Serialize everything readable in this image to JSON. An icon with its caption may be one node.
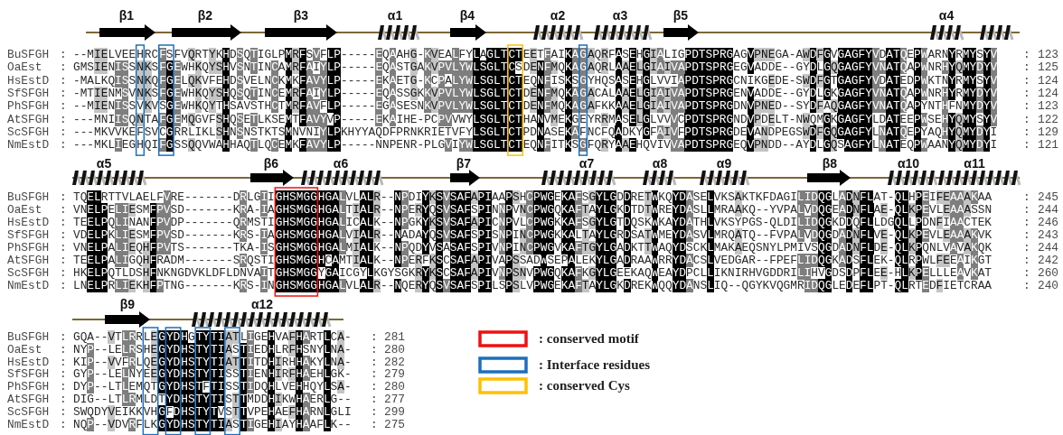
{
  "diagram": {
    "labels": [
      "β1",
      "β2",
      "β3",
      "α1",
      "β4",
      "α2",
      "α3",
      "β5",
      "α4",
      "BuSFGH",
      ":",
      "--MIELVEEHRCFSFVQRTYKHDSQTIGLPMRFSVFLP-----EQAAHG-KVEALFYLAGLTCTEETFAIKAGAQRFASEHGIALIGPDTSPRGAGVPNEGA-AWDFGVGAGFYVDATQEPWARNYRMYSYV",
      ":",
      "123",
      "OaEst",
      ":",
      "GMSIENISSNKSFGEWHKQYSHVSNTINCAMRFAIYLP-----EQASTGAKVPVLYWLSGLTCSDENFMQKAGAQRLAAELGIAIVAPDTSPRGEGVADDE--GYDLGQGAGFYVNATQAPWNRHYQMYDYV",
      ":",
      "125",
      "HsEstD",
      ":",
      "-MALKQISSNKQFGELQKVFEHDSVELNCKMKFAVYLP-----EKAETG-KCPALYWLSGLTCTEQNFISKSGYHQSASEHGLVVIAPDTSPRGCNIKGEDE-SWDFGTGAGFYVDATEDPWKTNYRMYSYV",
      ":",
      "124",
      "SfSFGH",
      ":",
      "-MTIENMSVNKSFGEWHKQYSHQSQTINCEMRFAIYLP-----EQASSGKKVPVLYWLSGLTCTDENFMQKAGACALAAELGIAIVAPDTSPRGENVADDE--GYDLGKGAGFYVNATQAPWNRHYRMYDYV",
      ":",
      "124",
      "PhSFGH",
      ":",
      "--MIENISSVKVSGEWHKQYTHSAVSTHCTMRFAVFLP-----EGASESNKVPVLYWLSGLTCTDENFMQKAGAFKKAAELGIAIVAPDTSPRGDNVPNED--SYDFAQGAGFYVNATQAPYNTHFNMYDYV",
      ":",
      "123",
      "AtSFGH",
      ":",
      "---MNIISQNTAFGEMQGVFSHQSETLKSEMTFAVYVP-----EKAIHE-PCPVVWYLSGLTCTHANVMEKGEYRRMASELGLVVVCPDTSPRGNDVPDELT-NWQMGKGAGFYLDATEEPWSEHYQMYSYV",
      ":",
      "122",
      "ScSFGH",
      ":",
      "---MKVVKEFSVCGRRLIKLSHNSNSTKTSMNVNIYLPKHYYAQDFPRNKRIETVFYLSGLTCTPDNASEKAFNCFQADKYGFAIVFPDTSPRGDEVANDPEGSWDFGQGAGFYLNATQEPYAQHYQMYDYI",
      ":",
      "129",
      "NmEstD",
      ":",
      "---MKLIEGHQIFGSSQQVWAHHAQTLQCEMKFAVYLP-----NNPENR-PLGVIYWLSGLTCTEQNFITKSGFQRYAAEHQVIVVAPDTSPRGEQVPNDD--AYDLGQSAGFYLNATEQPWAANYQMYDYI",
      ":",
      "121",
      "α5",
      "β6",
      "α6",
      "β7",
      "α7",
      "α8",
      "α9",
      "β8",
      "α10",
      "α11",
      "BuSFGH",
      ":",
      "TQELRTTVLAELFVRE-------DRLGIIGHSMGGHGALVLALR--NPDIYKSVSAFAPIAAPSHCPWGEKAFSGYLGDDRETWKQYDASELVKSAKTKFDAGILIDQGLADNFLAT-QLHPEIFEAAAKAA",
      ":",
      "245",
      "OaEst",
      ":",
      "VNELPELIESMFPVSD-------KRA-IAGHSMGGHGALTIALR--NPERYQSVSAFSPINNPVNCPWGQKAFTAYLGKDTDTWREYDASLLMRAAKQ--YVPALVDQGEADNFLAE-QLKPEVLEAAASSN",
      ":",
      "244",
      "HsEstD",
      ":",
      "TEELPQLINANFPVDP-------QRMSTIGHSMGGHGALICALK--NPGKYKSVSAFAPICNPVLCPWGKKAFSGYLGTDQSKWKAYDATHLVKSYPGS-QLDILIDQGKDDQFLLDGQLLPDNFIAACTEK",
      ":",
      "246",
      "SfSFGH",
      ":",
      "VDELPKLIESMFPVSD-------KRS-IAGHSMGGHGALVIALR--NADAYQSVSAFSPISNPINCPWGKKALTAYLGRDSATWMEYDASVLMRQATQ--FVPALVDQGDADNFLVE-QLKPEVLEAAAKVK",
      ":",
      "243",
      "PhSFGH",
      ":",
      "VNELPALIEQHFPVTS-------TKA-ISGHSMGGHGALMIALK--NPQDYVSASAFSPIVNPINCPWGVKAFTGYLGADKTTWAQYDSCKLMAKAEQSNYLPMIVSQGDADNFLDE-QLKPQNLVAVAKQK",
      ":",
      "244",
      "AtSFGH",
      ":",
      "TEELPALIGQHFRADM-------SRQSTIGHSMGGHCAMTIALK--NPERFKSCSAFAPIVAPSSADWSEPALEKYLGADRAAWRRYDACSLVEDGAR--FPEFLIDQGKADSFLEK-QLRPWLFEEAIKGT",
      ":",
      "242",
      "ScSFGH",
      ":",
      "HKELPQTLDSHFNKNGDVKLDFLDNVAITGHSMGGYGAICGYLKGYSGKRYKSCSAFAPIVNPSNVPWGQKAFKGYLGEEKAQWEAYDPCLLIKNIRHVGDDRILIHVGDSDPFLEE-HLKPELLLEAVKAT",
      ":",
      "260",
      "NmEstD",
      ":",
      "LNELPRLIEKHFPTNG-------KRS-INGHSMGGHGALVLALR--NQERYQSVSAFSPILSPSLVPWGEKAFTAYLGKDREKWQQYDANSLIQ--QGYKVQGMRIDQGLEDEFLPT-QLRTEDFIETCRAA",
      ":",
      "240",
      "β9",
      "α12",
      "BuSFGH",
      ":",
      "GQA--VTLRRLEGYDHGTYTIATLIGEHVAFHARTLCA-",
      ":",
      "281",
      "OaEst",
      ":",
      "NYP--LELRSHEGYDHSTYTIASTIEDHLRFHSNYLNA-",
      ":",
      "280",
      "HsEstD",
      ":",
      "KIP--VVFRLQEGYDHSTYTIATTITDHIRHHAKYLNA-",
      ":",
      "282",
      "SfSFGH",
      ":",
      "GYP--LELNYEEGYDHSTYTISSTIENHIRFHAEHLGK-",
      ":",
      "279",
      "PhSFGH",
      ":",
      "DYP--LTLEMQTGYDHSTFTISSTIDQHLVEHHQYLSA-",
      ":",
      "280",
      "AtSFGH",
      ":",
      "DIG--LTLRMLDTYDHSTYTISTTMDDHIKWHAERLG--",
      ":",
      "277",
      "ScSFGH",
      ":",
      "SWQDYVEIKKVHGFDHSTYTVSTTVPEHAEFHARNLGLI",
      ":",
      "299",
      "NmEstD",
      ":",
      "NQP--VDVRFLKGYDHSTYTIASTIGEHIAYHAAFLK--",
      ":",
      "275"
    ],
    "legend": [
      {
        "text": ": conserved motif",
        "color": "#ee1111"
      },
      {
        "text": ": Interface residues",
        "color": "#1b6fbd"
      },
      {
        "text": ": conserved Cys",
        "color": "#ffc000"
      }
    ]
  }
}
